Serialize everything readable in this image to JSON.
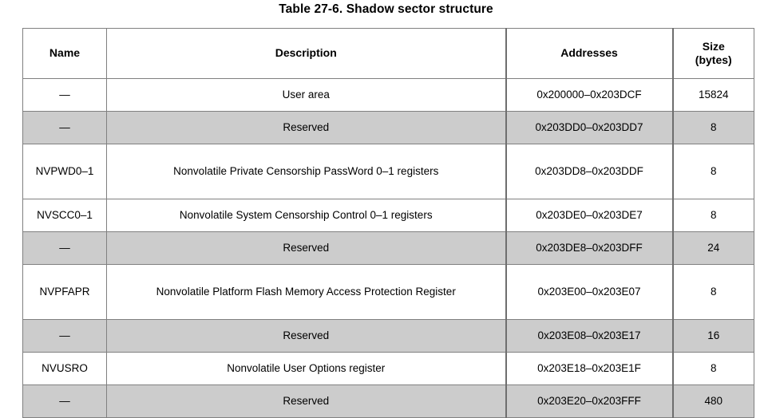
{
  "document": {
    "title": "Table 27-6. Shadow sector structure"
  },
  "table": {
    "name": "shadow-sector-structure",
    "shaded_color": "#cccccc",
    "border_color": "#808080",
    "columns": [
      {
        "key": "name",
        "label": "Name"
      },
      {
        "key": "description",
        "label": "Description"
      },
      {
        "key": "addresses",
        "label": "Addresses"
      },
      {
        "key": "size_line1",
        "label": "Size"
      },
      {
        "key": "size_line2",
        "label": "(bytes)"
      }
    ],
    "header": {
      "name": "Name",
      "description": "Description",
      "addresses": "Addresses",
      "size_line1": "Size",
      "size_line2": "(bytes)"
    },
    "rows": [
      {
        "name": "—",
        "description": "User area",
        "addresses": "0x200000–0x203DCF",
        "size": "15824",
        "shaded": false,
        "tall": false
      },
      {
        "name": "—",
        "description": "Reserved",
        "addresses": "0x203DD0–0x203DD7",
        "size": "8",
        "shaded": true,
        "tall": false
      },
      {
        "name": "NVPWD0–1",
        "description": "Nonvolatile Private Censorship PassWord 0–1 registers",
        "addresses": "0x203DD8–0x203DDF",
        "size": "8",
        "shaded": false,
        "tall": true
      },
      {
        "name": "NVSCC0–1",
        "description": "Nonvolatile System Censorship Control 0–1 registers",
        "addresses": "0x203DE0–0x203DE7",
        "size": "8",
        "shaded": false,
        "tall": false
      },
      {
        "name": "—",
        "description": "Reserved",
        "addresses": "0x203DE8–0x203DFF",
        "size": "24",
        "shaded": true,
        "tall": false
      },
      {
        "name": "NVPFAPR",
        "description": "Nonvolatile Platform Flash Memory Access Protection Register",
        "addresses": "0x203E00–0x203E07",
        "size": "8",
        "shaded": false,
        "tall": true
      },
      {
        "name": "—",
        "description": "Reserved",
        "addresses": "0x203E08–0x203E17",
        "size": "16",
        "shaded": true,
        "tall": false
      },
      {
        "name": "NVUSRO",
        "description": "Nonvolatile User Options register",
        "addresses": "0x203E18–0x203E1F",
        "size": "8",
        "shaded": false,
        "tall": false
      },
      {
        "name": "—",
        "description": "Reserved",
        "addresses": "0x203E20–0x203FFF",
        "size": "480",
        "shaded": true,
        "tall": false
      }
    ]
  }
}
